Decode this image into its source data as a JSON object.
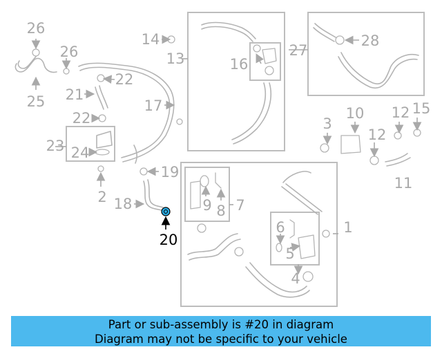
{
  "labels": {
    "l26a": "26",
    "l26b": "26",
    "l25": "25",
    "l14": "14",
    "l13": "13",
    "l16": "16",
    "l27": "27",
    "l28": "28",
    "l22a": "22",
    "l21": "21",
    "l17": "17",
    "l22b": "22",
    "l23": "23",
    "l24": "24",
    "l10": "10",
    "l3": "3",
    "l12a": "12",
    "l15": "15",
    "l12b": "12",
    "l11": "11",
    "l19": "19",
    "l2": "2",
    "l9": "9",
    "l8": "8",
    "l7": "7",
    "l18": "18",
    "l6": "6",
    "l1": "1",
    "l5": "5",
    "l4": "4"
  },
  "highlight": {
    "part": "20",
    "color": "#29a9e0"
  },
  "banner": {
    "line1": "Part or sub-assembly is #20 in diagram",
    "line2": "Diagram may not be specific to your vehicle",
    "color": "#4cb9ee"
  }
}
